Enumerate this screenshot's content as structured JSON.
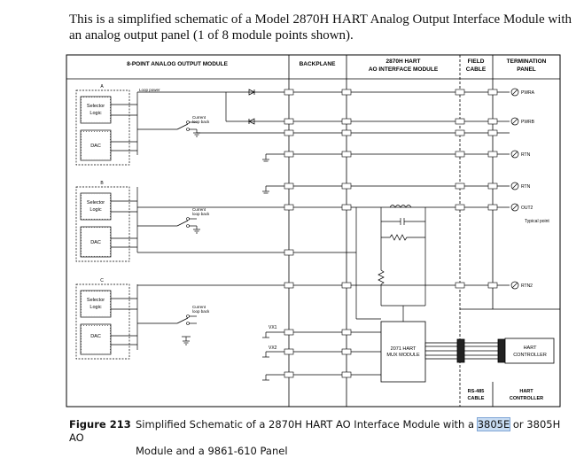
{
  "intro": "This is a simplified schematic of a Model 2870H HART Analog Output Interface Module with an analog output panel (1 of 8 module points shown).",
  "diagram": {
    "section_headers": {
      "module": "8-POINT ANALOG OUTPUT MODULE",
      "backplane": "BACKPLANE",
      "interface_line1": "2870H HART",
      "interface_line2": "AO INTERFACE MODULE",
      "field_cable_line1": "FIELD",
      "field_cable_line2": "CABLE",
      "termination_line1": "TERMINATION",
      "termination_line2": "PANEL"
    },
    "channels": [
      {
        "letter": "A",
        "selector_line1": "Selector",
        "selector_line2": "Logic",
        "dac": "DAC",
        "loopback_line1": "Current",
        "loopback_line2": "loop back"
      },
      {
        "letter": "B",
        "selector_line1": "Selector",
        "selector_line2": "Logic",
        "dac": "DAC",
        "loopback_line1": "Current",
        "loopback_line2": "loop back"
      },
      {
        "letter": "C",
        "selector_line1": "Selector",
        "selector_line2": "Logic",
        "dac": "DAC",
        "loopback_line1": "Current",
        "loopback_line2": "loop back"
      }
    ],
    "loop_power": "Loop power",
    "terminals": [
      "PWRA",
      "PWRB",
      "RTN",
      "RTN",
      "OUT2",
      "RTN2"
    ],
    "typical_point": "Typical point",
    "vx1": "VX1",
    "vx2": "VX2",
    "mux_line1": "2071 HART",
    "mux_line2": "MUX MODULE",
    "hart_controller_line1": "HART",
    "hart_controller_line2": "CONTROLLER",
    "rs485_line1": "RS-485",
    "rs485_line2": "CABLE",
    "bottom_controller_line1": "HART",
    "bottom_controller_line2": "CONTROLLER"
  },
  "caption": {
    "label": "Figure 213",
    "text_before": "Simplified Schematic of a 2870H HART AO Interface Module with a ",
    "highlight": "3805E",
    "text_after": " or 3805H AO",
    "line2": "Module and a 9861-610 Panel"
  }
}
